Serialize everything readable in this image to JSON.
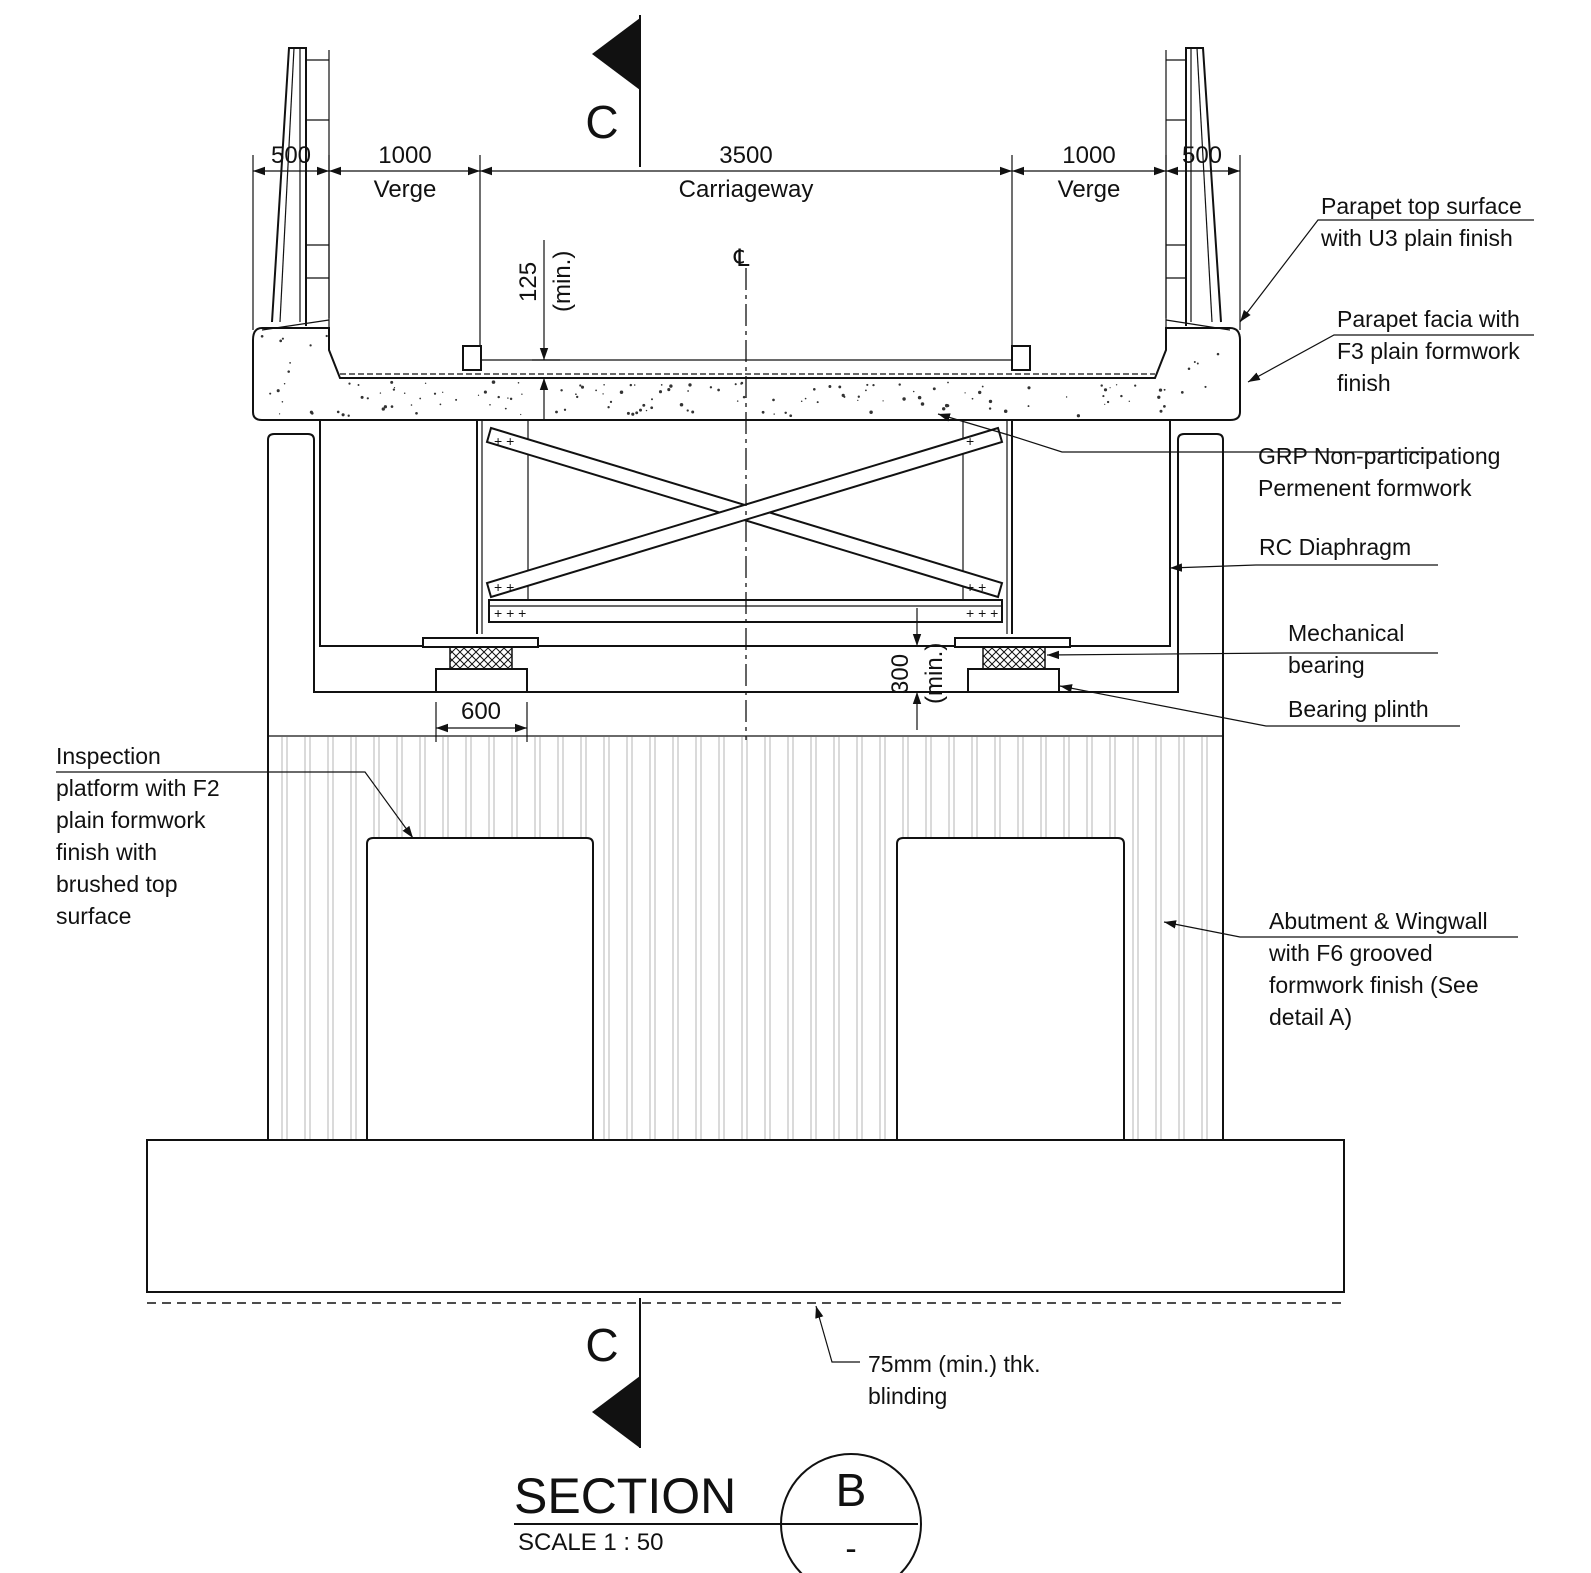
{
  "dimensions": {
    "parapet_left": "500",
    "verge_left_value": "1000",
    "verge_left_label": "Verge",
    "carriageway_value": "3500",
    "carriageway_label": "Carriageway",
    "verge_right_value": "1000",
    "verge_right_label": "Verge",
    "parapet_right": "500",
    "deck_min_value": "125",
    "deck_min_unit": "(min.)",
    "clearance_value": "300",
    "clearance_unit": "(min.)",
    "plinth_width": "600",
    "centerline_symbol": "℄"
  },
  "callouts": {
    "parapet_top": [
      "Parapet top surface",
      "with U3 plain finish"
    ],
    "parapet_facia": [
      "Parapet facia with",
      "F3 plain formwork",
      "finish"
    ],
    "grp": [
      "GRP Non-participationg",
      "Permenent formwork"
    ],
    "rc_diaphragm": [
      "RC Diaphragm"
    ],
    "mech_bearing": [
      "Mechanical",
      "bearing"
    ],
    "bearing_plinth": [
      "Bearing plinth"
    ],
    "inspection": [
      "Inspection",
      "platform with F2",
      "plain formwork",
      "finish with",
      "brushed top",
      "surface"
    ],
    "abutment": [
      "Abutment & Wingwall",
      "with F6 grooved",
      "formwork finish (See",
      "detail A)"
    ],
    "blinding": [
      "75mm (min.) thk.",
      "blinding"
    ]
  },
  "section_marks": {
    "top": "C",
    "bottom": "C"
  },
  "title_block": {
    "title": "SECTION",
    "section_id": "B",
    "sheet_ref": "-",
    "scale": "SCALE 1 : 50"
  }
}
